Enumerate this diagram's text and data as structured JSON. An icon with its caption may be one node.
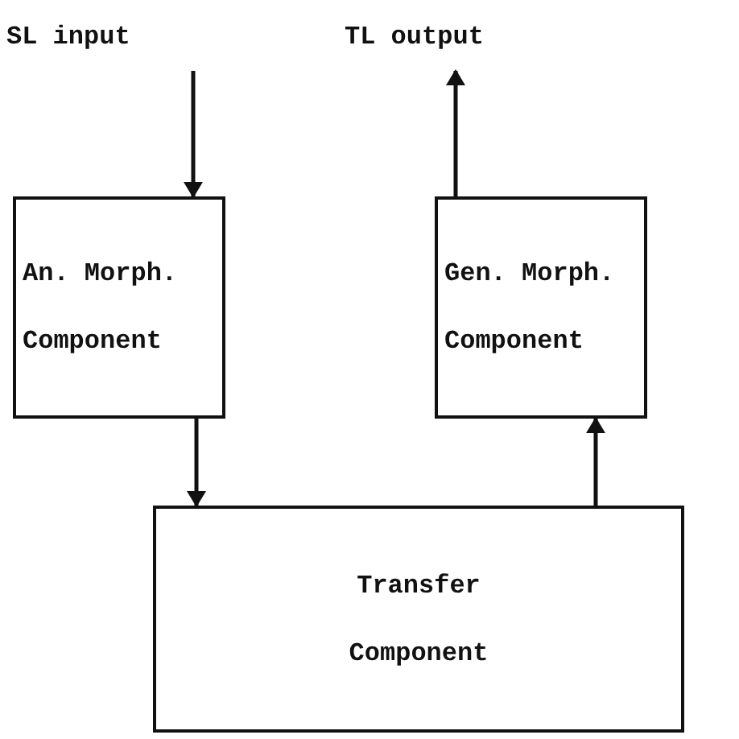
{
  "diagram": {
    "nodes": [
      {
        "text": [
          "SL input"
        ]
      },
      {
        "text": [
          "TL output"
        ]
      },
      {
        "text": [
          "An. Morph. Component"
        ]
      },
      {
        "text": [
          "Gen. Morph. Component"
        ]
      },
      {
        "text": [
          "Transfer Component"
        ]
      }
    ],
    "edges": [
      {
        "from": 0,
        "to": 2,
        "arrow": "to"
      },
      {
        "from": 3,
        "to": 1,
        "arrow": "to"
      },
      {
        "from": 2,
        "to": 4,
        "arrow": "to"
      },
      {
        "from": 4,
        "to": 3,
        "arrow": "to"
      }
    ]
  }
}
